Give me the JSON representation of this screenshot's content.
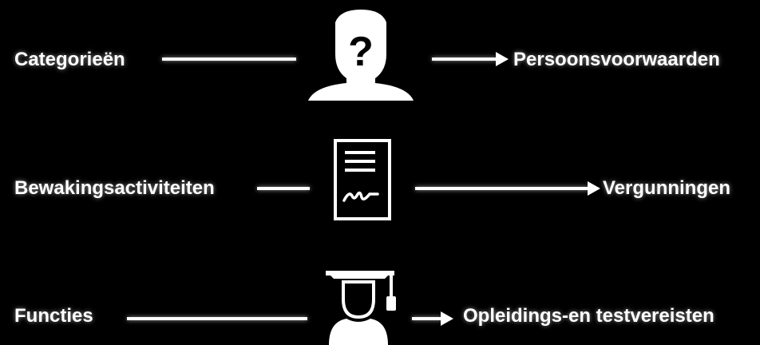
{
  "rows": [
    {
      "left_label": "Categorieën",
      "icon": "person-question-icon",
      "right_label": "Persoonsvoorwaarden"
    },
    {
      "left_label": "Bewakingsactiviteiten",
      "icon": "document-signature-icon",
      "right_label": "Vergunningen"
    },
    {
      "left_label": "Functies",
      "icon": "graduate-icon",
      "right_label": "Opleidings-en testvereisten"
    }
  ],
  "colors": {
    "background": "#000000",
    "foreground": "#ffffff"
  }
}
